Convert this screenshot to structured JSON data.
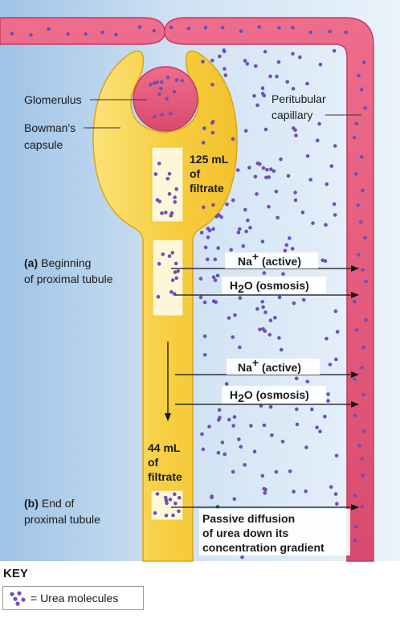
{
  "labels": {
    "glomerulus": "Glomerulus",
    "bowmans_line1": "Bowman's",
    "bowmans_line2": "capsule",
    "peritubular_line1": "Peritubular",
    "peritubular_line2": "capillary",
    "filtrate_top_1": "125 mL",
    "filtrate_top_2": "of",
    "filtrate_top_3": "filtrate",
    "filtrate_bottom_1": "44 mL",
    "filtrate_bottom_2": "of",
    "filtrate_bottom_3": "filtrate",
    "section_a_tag": "(a)",
    "section_a_1": "Beginning",
    "section_a_2": "of proximal tubule",
    "section_b_tag": "(b)",
    "section_b_1": "End of",
    "section_b_2": "proximal tubule",
    "na_active_1": "Na",
    "na_active_1_sup": "+",
    "na_active_1_rest": " (active)",
    "h2o_1_a": "H",
    "h2o_1_sub": "2",
    "h2o_1_rest": "O (osmosis)",
    "na_active_2": "Na",
    "na_active_2_sup": "+",
    "na_active_2_rest": " (active)",
    "h2o_2_a": "H",
    "h2o_2_sub": "2",
    "h2o_2_rest": "O (osmosis)",
    "passive_1": "Passive diffusion",
    "passive_2": "of urea down its",
    "passive_3": "concentration gradient"
  },
  "key": {
    "title": "KEY",
    "item": "= Urea molecules",
    "icon": "urea-molecule-cluster-icon"
  },
  "colors": {
    "tissue_fluid": "#b6d2ec",
    "capillary": "#e8587a",
    "capillary_edge": "#c73a5e",
    "tubule": "#f8d24a",
    "tubule_edge": "#d9a51a",
    "filtrate": "#fdf7d8",
    "molecule": "#6f4fb5"
  }
}
